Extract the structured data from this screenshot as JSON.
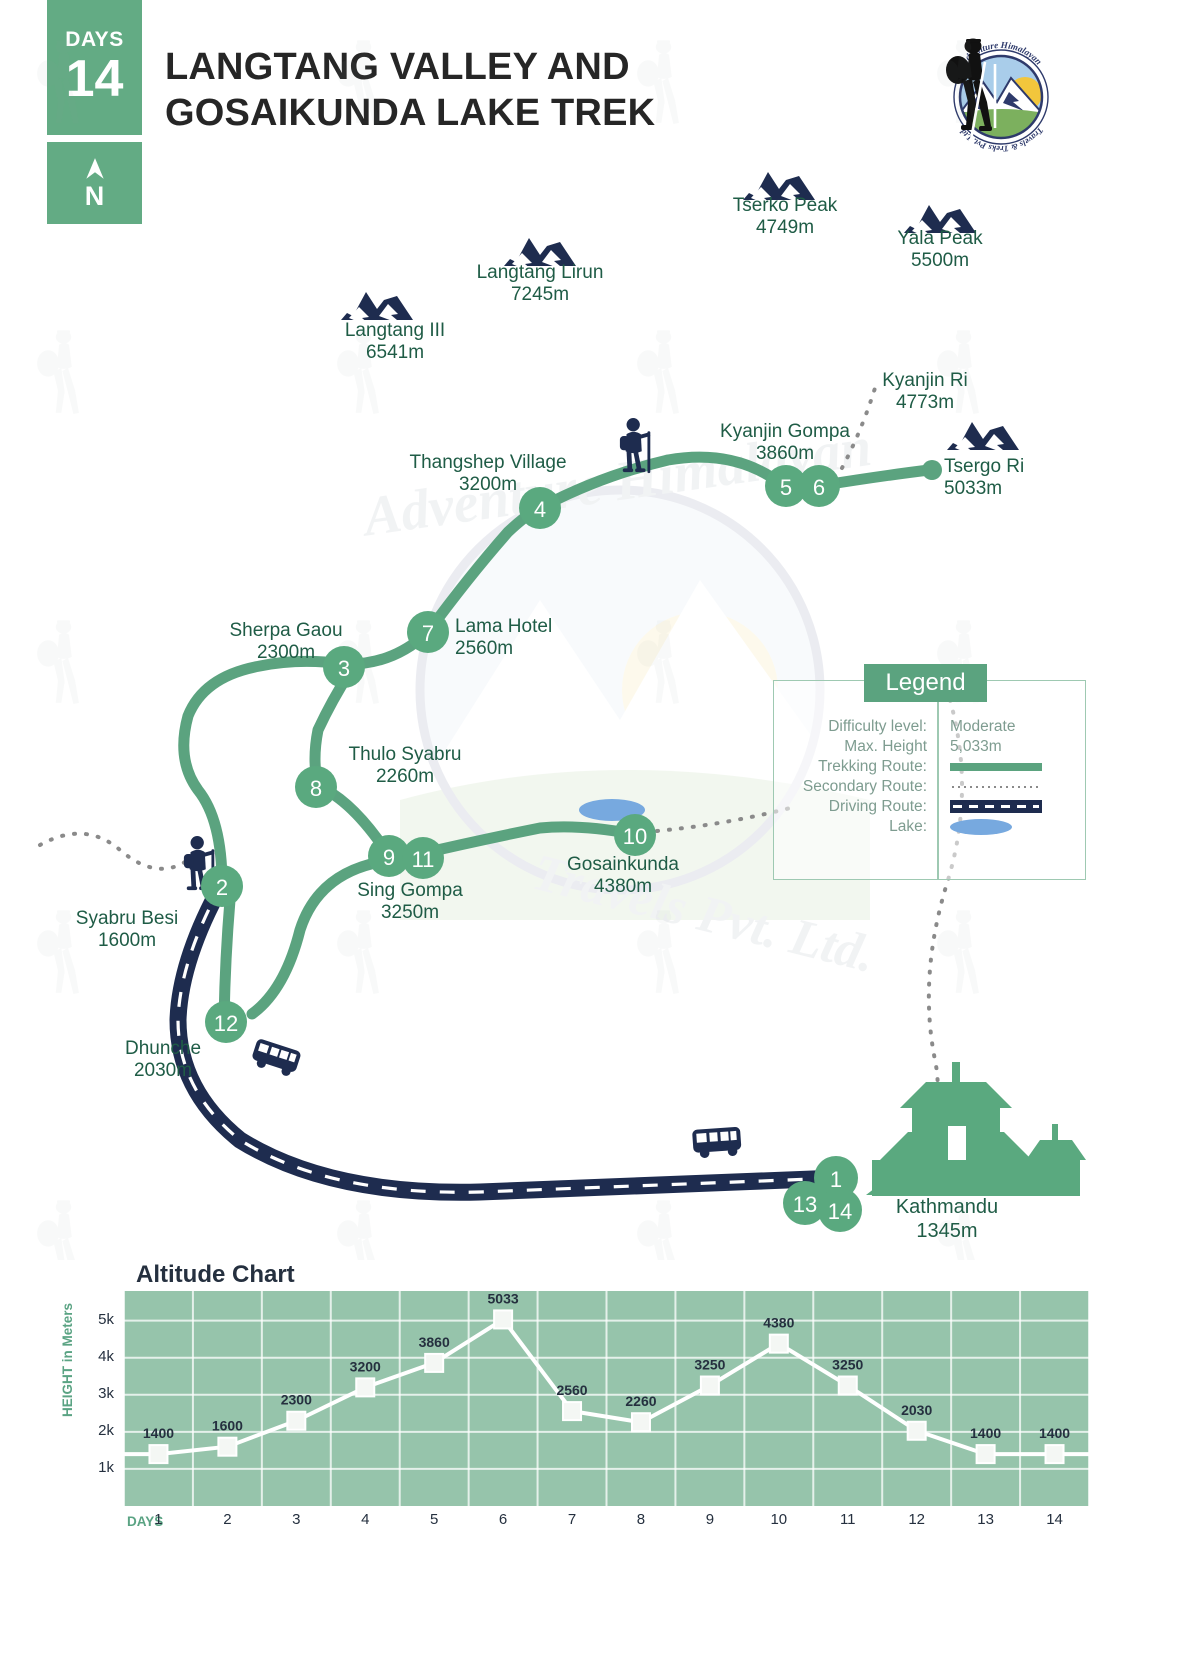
{
  "header": {
    "days_label": "DAYS",
    "days_value": "14",
    "north_letter": "N",
    "title": "LANGTANG VALLEY AND GOSAIKUNDA LAKE TREK",
    "title_line1": "LANGTANG VALLEY AND",
    "title_line2": "GOSAIKUNDA LAKE TREK"
  },
  "logo": {
    "arc_top": "Adventure Himalayan",
    "arc_bottom": "Travels & Treks Pvt. Ltd."
  },
  "colors": {
    "brand_green": "#63ab84",
    "route_green": "#5ba37f",
    "marker_green": "#5aa97f",
    "dark_navy": "#1e2c4f",
    "label_green": "#1f5c46",
    "chart_bg": "#96c4ab",
    "lake_blue": "#77a9df"
  },
  "peaks": [
    {
      "name": "Tserko Peak",
      "height": "4749m"
    },
    {
      "name": "Yala Peak",
      "height": "5500m"
    },
    {
      "name": "Langtang Lirun",
      "height": "7245m"
    },
    {
      "name": "Langtang III",
      "height": "6541m"
    },
    {
      "name": "Kyanjin Ri",
      "height": "4773m"
    }
  ],
  "places": [
    {
      "name": "Thangshep Village",
      "height": "3200m"
    },
    {
      "name": "Kyanjin Gompa",
      "height": "3860m"
    },
    {
      "name": "Tsergo Ri",
      "height": "5033m"
    },
    {
      "name": "Sherpa Gaou",
      "height": "2300m"
    },
    {
      "name": "Lama Hotel",
      "height": "2560m"
    },
    {
      "name": "Thulo Syabru",
      "height": "2260m"
    },
    {
      "name": "Gosainkunda",
      "height": "4380m"
    },
    {
      "name": "Sing Gompa",
      "height": "3250m"
    },
    {
      "name": "Syabru Besi",
      "height": "1600m"
    },
    {
      "name": "Dhunche",
      "height": "2030m"
    },
    {
      "name": "Kathmandu",
      "height": "1345m"
    }
  ],
  "waypoints": [
    {
      "n": "1"
    },
    {
      "n": "2"
    },
    {
      "n": "3"
    },
    {
      "n": "4"
    },
    {
      "n": "5"
    },
    {
      "n": "6"
    },
    {
      "n": "7"
    },
    {
      "n": "8"
    },
    {
      "n": "9"
    },
    {
      "n": "10"
    },
    {
      "n": "11"
    },
    {
      "n": "12"
    },
    {
      "n": "13"
    },
    {
      "n": "14"
    }
  ],
  "legend": {
    "title": "Legend",
    "rows": [
      {
        "key": "Difficulty level:",
        "value": "Moderate",
        "swatch": "text"
      },
      {
        "key": "Max. Height",
        "value": "5,033m",
        "swatch": "text"
      },
      {
        "key": "Trekking Route:",
        "value": "",
        "swatch": "line"
      },
      {
        "key": "Secondary Route:",
        "value": "",
        "swatch": "dots"
      },
      {
        "key": "Driving Route:",
        "value": "",
        "swatch": "road"
      },
      {
        "key": "Lake:",
        "value": "",
        "swatch": "lake"
      }
    ]
  },
  "chart_data": {
    "type": "line",
    "title": "Altitude Chart",
    "xlabel": "DAYS",
    "ylabel": "HEIGHT in Meters",
    "categories": [
      "1",
      "2",
      "3",
      "4",
      "5",
      "6",
      "7",
      "8",
      "9",
      "10",
      "11",
      "12",
      "13",
      "14"
    ],
    "values": [
      1400,
      1600,
      2300,
      3200,
      3860,
      5033,
      2560,
      2260,
      3250,
      4380,
      3250,
      2030,
      1400,
      1400
    ],
    "point_labels": [
      "1400",
      "1600",
      "2300",
      "3200",
      "3860",
      "5033",
      "2560",
      "2260",
      "3250",
      "4380",
      "3250",
      "2030",
      "1400",
      "1400"
    ],
    "ytick_labels": [
      "1k",
      "2k",
      "3k",
      "4k",
      "5k"
    ],
    "ytick_values": [
      1000,
      2000,
      3000,
      4000,
      5000
    ],
    "ylim": [
      0,
      5800
    ],
    "grid": true,
    "legend_position": "none"
  }
}
